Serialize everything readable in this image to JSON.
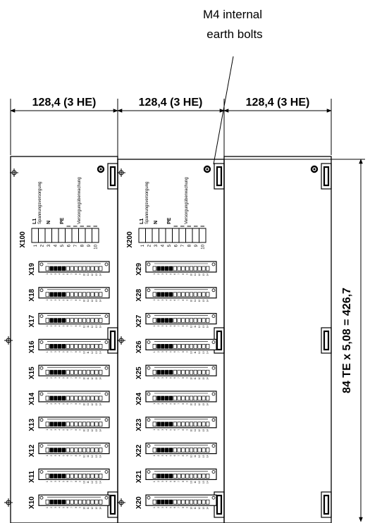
{
  "annotation": {
    "line1": "M4 internal",
    "line2": "earth bolts"
  },
  "dimensions": {
    "column_widths": [
      "128,4 (3 HE)",
      "128,4 (3 HE)",
      "128,4 (3 HE)"
    ],
    "height": "84 TE x 5,08 = 426,7"
  },
  "rack1": {
    "terminal_label": "X100",
    "terminal_header": {
      "supply": "Spannungsversorgung",
      "monitor": "Versorgungüberwachung",
      "l1": "L1",
      "n": "N",
      "pe": "PE"
    },
    "terminal_pins": [
      "1",
      "2",
      "3",
      "4",
      "5",
      "6",
      "7",
      "8",
      "9",
      "10"
    ],
    "connectors": [
      "X19",
      "X18",
      "X17",
      "X16",
      "X15",
      "X14",
      "X13",
      "X12",
      "X11",
      "X10"
    ]
  },
  "rack2": {
    "terminal_label": "X200",
    "terminal_header": {
      "supply": "Spannungsversorgung",
      "monitor": "Versorgungüberwachung",
      "l1": "L1",
      "n": "N",
      "pe": "PE"
    },
    "terminal_pins": [
      "1",
      "2",
      "3",
      "4",
      "5",
      "6",
      "7",
      "8",
      "9",
      "10"
    ],
    "connectors": [
      "X29",
      "X28",
      "X27",
      "X26",
      "X25",
      "X24",
      "X23",
      "X22",
      "X21",
      "X20"
    ]
  },
  "connector_pins": [
    "1",
    "2",
    "3",
    "4",
    "5",
    "6",
    "7",
    "8",
    "9",
    "10",
    "11",
    "12",
    "13",
    "14"
  ]
}
